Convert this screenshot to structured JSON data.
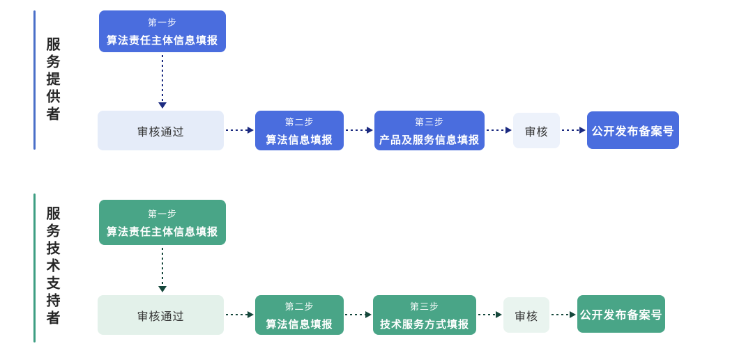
{
  "page": {
    "background": "#ffffff"
  },
  "lanes": [
    {
      "id": "service-provider",
      "label": "服务提供者",
      "theme": {
        "solid": "#4a6dde",
        "light": "#e5ecf9",
        "lighter": "#edf2fb",
        "arrow": "#1b2a80",
        "line": "#4a6fc8",
        "text_on_solid": "#ffffff",
        "text_on_light": "#333333"
      },
      "boxes": {
        "step1": {
          "step": "第一步",
          "title": "算法责任主体信息填报"
        },
        "review_pass": {
          "label": "审核通过"
        },
        "step2": {
          "step": "第二步",
          "title": "算法信息填报"
        },
        "step3": {
          "step": "第三步",
          "title": "产品及服务信息填报"
        },
        "review": {
          "label": "审核"
        },
        "final": {
          "label": "公开发布备案号"
        }
      }
    },
    {
      "id": "service-tech-supporter",
      "label": "服务技术支持者",
      "theme": {
        "solid": "#49a587",
        "light": "#e3f1ea",
        "lighter": "#e9f4ef",
        "arrow": "#15473b",
        "line": "#3d9e82",
        "text_on_solid": "#ffffff",
        "text_on_light": "#333333"
      },
      "boxes": {
        "step1": {
          "step": "第一步",
          "title": "算法责任主体信息填报"
        },
        "review_pass": {
          "label": "审核通过"
        },
        "step2": {
          "step": "第二步",
          "title": "算法信息填报"
        },
        "step3": {
          "step": "第三步",
          "title": "技术服务方式填报"
        },
        "review": {
          "label": "审核"
        },
        "final": {
          "label": "公开发布备案号"
        }
      }
    }
  ]
}
